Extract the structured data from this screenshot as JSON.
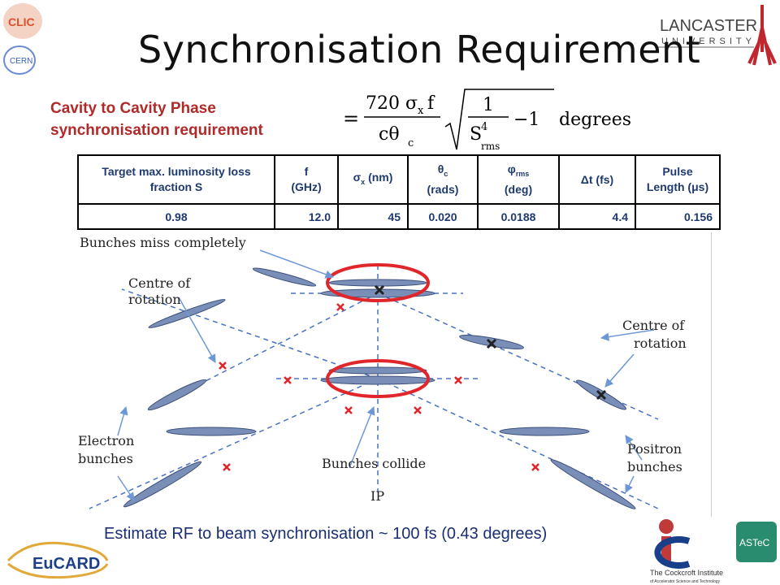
{
  "logos": {
    "clic_text": "CLIC",
    "cern_text": "CERN",
    "lancaster_line1": "LANCASTER",
    "lancaster_line2": "UNIVERSITY",
    "eucard_text": "EuCARD",
    "astec_text": "ASTeC",
    "cockcroft_line1": "The Cockcroft Institute",
    "cockcroft_line2": "of Accelerator Science and Technology"
  },
  "slide": {
    "title": "Synchronisation Requirement",
    "subtitle_line1": "Cavity to Cavity Phase",
    "subtitle_line2": "synchronisation requirement",
    "footer": "Estimate RF to beam synchronisation ~ 100 fs (0.43 degrees)"
  },
  "formula": {
    "equals": "=",
    "numerator": "720 σ",
    "numerator_sub": "x",
    "numerator_tail": "f",
    "denominator": "cθ",
    "denominator_sub": "c",
    "root_num": "1",
    "root_den": "S",
    "root_den_sup": "4",
    "root_den_sub": "rms",
    "minus_one": "−1",
    "unit": "degrees"
  },
  "table": {
    "headers": [
      {
        "main": "Target max. luminosity loss fraction S"
      },
      {
        "main": "f",
        "line2": "(GHz)"
      },
      {
        "sym": "σ",
        "sub": "x",
        "rest": " (nm)"
      },
      {
        "sym": "θ",
        "sub": "c",
        "line2": "(rads)"
      },
      {
        "sym": "φ",
        "sub": "rms",
        "line2": "(deg)"
      },
      {
        "sym": "Δ",
        "rest": "t (fs)"
      },
      {
        "main": "Pulse",
        "line2a": "Length (",
        "sym2": "μ",
        "line2b": "s)"
      }
    ],
    "row": [
      "0.98",
      "12.0",
      "45",
      "0.020",
      "0.0188",
      "4.4",
      "0.156"
    ]
  },
  "diagram": {
    "label_miss": "Bunches miss completely",
    "label_centre_left_1": "Centre of",
    "label_centre_left_2": "rotation",
    "label_centre_right_1": "Centre of",
    "label_centre_right_2": "rotation",
    "label_electron_1": "Electron",
    "label_electron_2": "bunches",
    "label_positron_1": "Positron",
    "label_positron_2": "bunches",
    "label_collide": "Bunches collide",
    "label_ip": "IP",
    "colors": {
      "bunch": "#7a8fb8",
      "bunch_stroke": "#3c4f7a",
      "ring": "#e0262b",
      "cross_red": "#e0262b",
      "dash": "#4a72c4",
      "arrow": "#6e97d8"
    }
  }
}
